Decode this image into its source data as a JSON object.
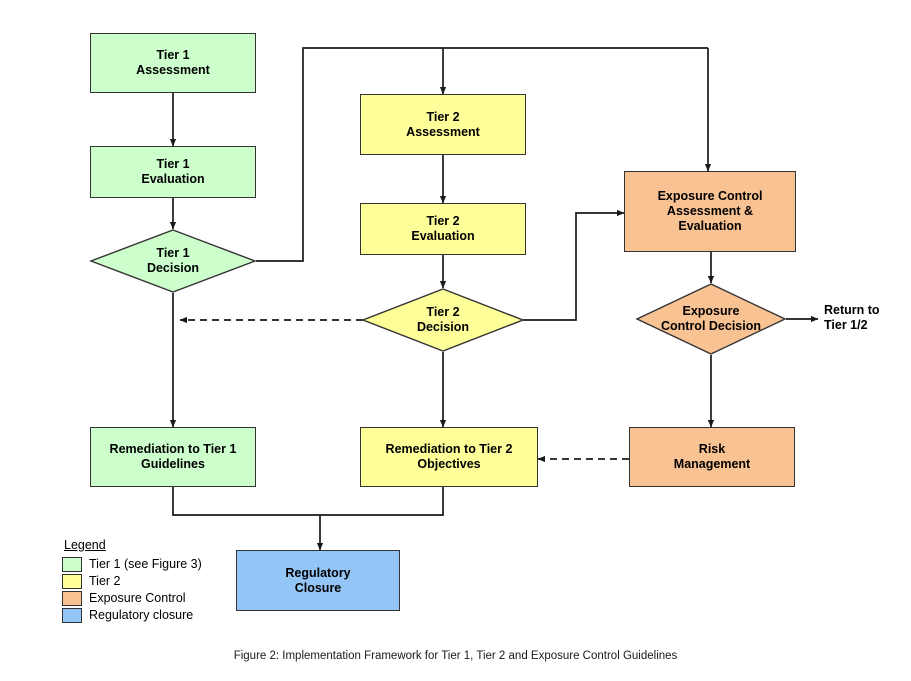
{
  "figure": {
    "caption": "Figure 2: Implementation Framework for Tier 1, Tier 2 and Exposure Control Guidelines"
  },
  "colors": {
    "tier1_fill": "#CCFFCC",
    "tier2_fill": "#FFFF99",
    "exposure_fill": "#F9C292",
    "regulatory_fill": "#93C5F7",
    "stroke": "#333333",
    "connector": "#1a1a1a",
    "text": "#000000",
    "background": "#FFFFFF"
  },
  "nodes": {
    "tier1_assessment": {
      "label": "Tier 1\nAssessment",
      "shape": "rect",
      "category": "Tier 1"
    },
    "tier1_evaluation": {
      "label": "Tier 1\nEvaluation",
      "shape": "rect",
      "category": "Tier 1"
    },
    "tier1_decision": {
      "label": "Tier 1\nDecision",
      "shape": "diamond",
      "category": "Tier 1"
    },
    "tier2_assessment": {
      "label": "Tier 2\nAssessment",
      "shape": "rect",
      "category": "Tier 2"
    },
    "tier2_evaluation": {
      "label": "Tier 2\nEvaluation",
      "shape": "rect",
      "category": "Tier 2"
    },
    "tier2_decision": {
      "label": "Tier 2\nDecision",
      "shape": "diamond",
      "category": "Tier 2"
    },
    "exposure_control_assessment": {
      "label": "Exposure Control\nAssessment &\nEvaluation",
      "shape": "rect",
      "category": "Exposure Control"
    },
    "exposure_control_decision": {
      "label": "Exposure\nControl Decision",
      "shape": "diamond",
      "category": "Exposure Control"
    },
    "remediation_tier1": {
      "label": "Remediation to Tier 1\nGuidelines",
      "shape": "rect",
      "category": "Tier 1"
    },
    "remediation_tier2": {
      "label": "Remediation to Tier 2\nObjectives",
      "shape": "rect",
      "category": "Tier 2"
    },
    "risk_management": {
      "label": "Risk\nManagement",
      "shape": "rect",
      "category": "Exposure Control"
    },
    "regulatory_closure": {
      "label": "Regulatory\nClosure",
      "shape": "rect",
      "category": "Regulatory closure"
    },
    "return_to_tier": {
      "label": "Return to\nTier 1/2",
      "shape": "text",
      "category": "annotation"
    }
  },
  "edges": [
    {
      "from": "tier1_assessment",
      "to": "tier1_evaluation",
      "style": "solid"
    },
    {
      "from": "tier1_evaluation",
      "to": "tier1_decision",
      "style": "solid"
    },
    {
      "from": "tier1_decision",
      "to": "tier2_assessment",
      "style": "solid"
    },
    {
      "from": "tier1_decision",
      "to": "exposure_control_assessment",
      "style": "solid"
    },
    {
      "from": "tier1_decision",
      "to": "remediation_tier1",
      "style": "solid"
    },
    {
      "from": "tier2_assessment",
      "to": "tier2_evaluation",
      "style": "solid"
    },
    {
      "from": "tier2_evaluation",
      "to": "tier2_decision",
      "style": "solid"
    },
    {
      "from": "tier2_decision",
      "to": "tier1_decision",
      "style": "dashed"
    },
    {
      "from": "tier2_decision",
      "to": "exposure_control_assessment",
      "style": "solid"
    },
    {
      "from": "tier2_decision",
      "to": "remediation_tier2",
      "style": "solid"
    },
    {
      "from": "exposure_control_assessment",
      "to": "exposure_control_decision",
      "style": "solid"
    },
    {
      "from": "exposure_control_decision",
      "to": "return_to_tier",
      "style": "solid"
    },
    {
      "from": "exposure_control_decision",
      "to": "risk_management",
      "style": "solid"
    },
    {
      "from": "risk_management",
      "to": "remediation_tier2",
      "style": "dashed"
    },
    {
      "from": "remediation_tier1",
      "to": "regulatory_closure",
      "style": "solid"
    },
    {
      "from": "remediation_tier2",
      "to": "regulatory_closure",
      "style": "solid"
    }
  ],
  "legend": {
    "title": "Legend",
    "items": [
      {
        "label": "Tier 1 (see Figure 3)",
        "color": "#CCFFCC"
      },
      {
        "label": "Tier 2",
        "color": "#FFFF99"
      },
      {
        "label": "Exposure Control",
        "color": "#F9C292"
      },
      {
        "label": "Regulatory closure",
        "color": "#93C5F7"
      }
    ]
  }
}
